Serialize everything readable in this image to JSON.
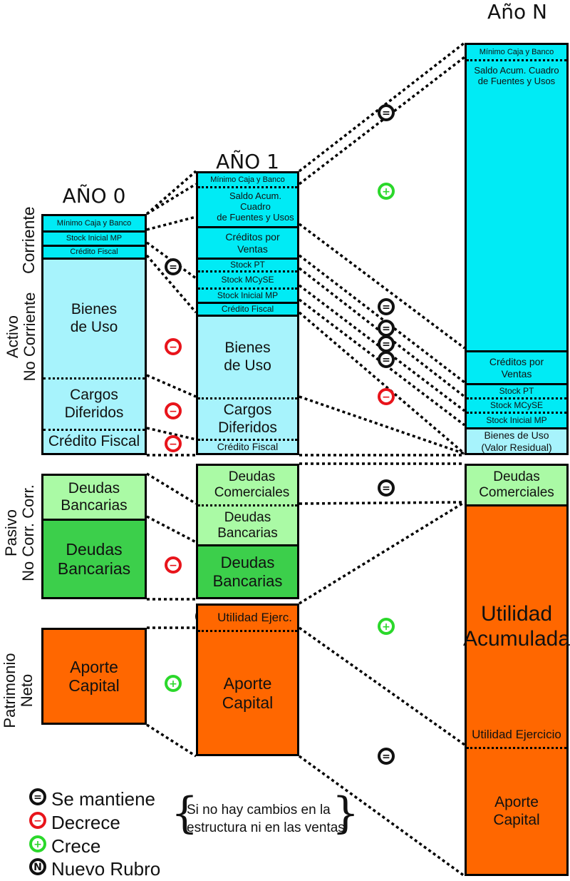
{
  "titles": {
    "year0": "AÑO 0",
    "year1": "AÑO 1",
    "yearN": "Año N"
  },
  "side_labels": {
    "corriente": "Corriente",
    "activo_no_corriente": "Activo\nNo Corriente",
    "pasivo": "Pasivo\nNo Corr. Corr.",
    "patrimonio": "Patrimonio\nNeto"
  },
  "year0": {
    "minimo": "Mínimo Caja y Banco",
    "stock_inicial": "Stock Inicial MP",
    "credito_fiscal_corr": "Crédito Fiscal",
    "bienes_uso": "Bienes\nde Uso",
    "cargos": "Cargos\nDiferidos",
    "credito_fiscal": "Crédito Fiscal",
    "deudas_corr": "Deudas\nBancarias",
    "deudas_nocorr": "Deudas\nBancarias",
    "aporte": "Aporte\nCapital"
  },
  "year1": {
    "minimo": "Mínimo Caja y Banco",
    "saldo": "Saldo Acum. Cuadro\nde Fuentes y Usos",
    "creditos": "Créditos por\nVentas",
    "stock_pt": "Stock PT",
    "stock_mcyse": "Stock MCySE",
    "stock_inicial": "Stock Inicial MP",
    "credito_fiscal_corr": "Crédito Fiscal",
    "bienes_uso": "Bienes\nde Uso",
    "cargos": "Cargos\nDiferidos",
    "credito_fiscal": "Crédito Fiscal",
    "deudas_com": "Deudas\nComerciales",
    "deudas_banc_corr": "Deudas\nBancarias",
    "deudas_banc": "Deudas\nBancarias",
    "utilidad": "Utilidad Ejerc.",
    "aporte": "Aporte\nCapital"
  },
  "yearN": {
    "minimo": "Mínimo Caja y Banco",
    "saldo": "Saldo Acum. Cuadro\nde Fuentes y Usos",
    "creditos": "Créditos por\nVentas",
    "stock_pt": "Stock PT",
    "stock_mcyse": "Stock MCySE",
    "stock_inicial": "Stock Inicial MP",
    "bienes_uso": "Bienes de Uso\n(Valor Residual)",
    "deudas_com": "Deudas\nComerciales",
    "utilidad_acum": "Utilidad\nAcumulada",
    "utilidad_ejer": "Utilidad Ejercicio",
    "aporte": "Aporte\nCapital"
  },
  "symbols": {
    "mantiene": "=",
    "decrece": "−",
    "crece": "+",
    "nuevo": "N"
  },
  "colors": {
    "mantiene": "#111111",
    "decrece": "#e8141b",
    "crece": "#2bd82b",
    "nuevo": "#111111"
  },
  "legend": {
    "mantiene": "Se mantiene",
    "decrece": "Decrece",
    "crece": "Crece",
    "nuevo": "Nuevo Rubro",
    "note": "Si no hay cambios en la\nestructura ni en las ventas"
  }
}
